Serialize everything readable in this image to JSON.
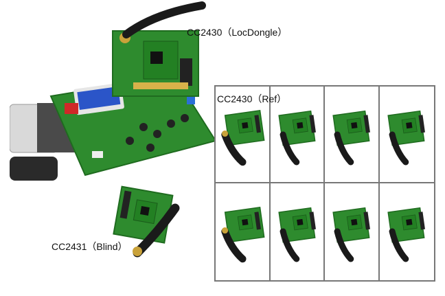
{
  "labels": {
    "locdongle": "CC2430（LocDongle）",
    "ref": "CC2430（Ref）",
    "blind": "CC2431（Blind）"
  },
  "grid": {
    "rows": 2,
    "cols": 4
  },
  "colors": {
    "pcb": "#2e8b2e",
    "pcb_dark": "#1f6b1f",
    "antenna": "#1a1a1a",
    "gold": "#c9a23a",
    "border": "#777777"
  },
  "components": {
    "board_ref": "ref-node-board",
    "board_blind": "blind-node-board",
    "board_dongle": "locdongle-board",
    "board_main": "development-board",
    "connector": "serial-connector"
  }
}
